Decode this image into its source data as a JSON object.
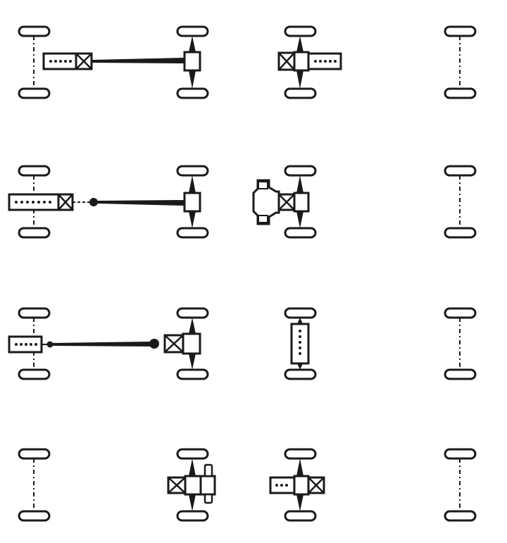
{
  "colors": {
    "ink": "#1a1a1a",
    "paper": "#ffffff"
  },
  "figure": {
    "rows": [
      {
        "id": "row-1",
        "left_vehicle": {
          "engine_position": "front-longitudinal",
          "gearbox_position": "front",
          "drive_axle": "rear",
          "shaft_type": "long-tapered"
        },
        "right_vehicle": {
          "engine_position": "rear-longitudinal",
          "gearbox_position": "rear",
          "drive_axle": "rear"
        }
      },
      {
        "id": "row-2",
        "left_vehicle": {
          "engine_position": "front-longitudinal",
          "gearbox_position": "front",
          "drive_axle": "rear",
          "shaft_type": "jointed"
        },
        "right_vehicle": {
          "engine_position": "rear-boxer",
          "gearbox_position": "rear",
          "drive_axle": "rear"
        }
      },
      {
        "id": "row-3",
        "left_vehicle": {
          "engine_position": "front-longitudinal",
          "gearbox_position": "rear-transaxle",
          "drive_axle": "rear",
          "shaft_type": "jointed"
        },
        "right_vehicle": {
          "engine_position": "mid-longitudinal",
          "gearbox_position": "mid",
          "drive_axle": "rear"
        }
      },
      {
        "id": "row-4",
        "left_vehicle": {
          "engine_position": "rear-transverse",
          "gearbox_position": "rear",
          "drive_axle": "rear"
        },
        "right_vehicle": {
          "engine_position": "rear-longitudinal",
          "gearbox_position": "rear",
          "drive_axle": "rear"
        }
      }
    ]
  }
}
